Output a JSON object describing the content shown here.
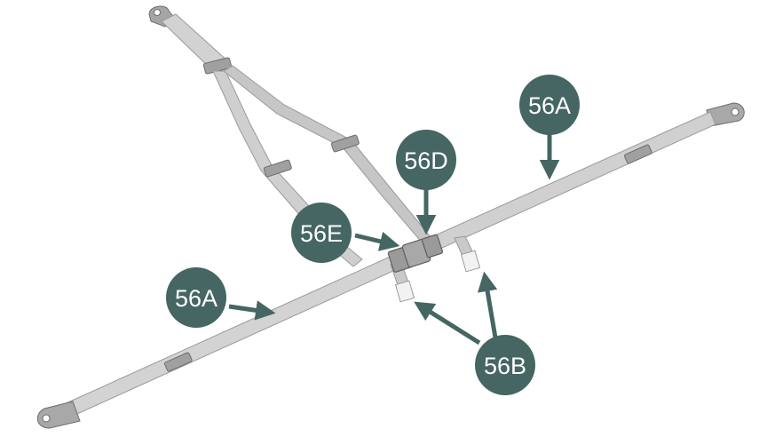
{
  "diagram": {
    "callouts": {
      "a_right": "56A",
      "a_left": "56A",
      "d": "56D",
      "e": "56E",
      "b": "56B"
    },
    "colors": {
      "callout_fill": "#456663",
      "strap_light": "#d4d4d4",
      "strap_mid": "#b9b9b9",
      "strap_dark": "#8e8e8e",
      "metal": "#9a9a9a"
    }
  }
}
